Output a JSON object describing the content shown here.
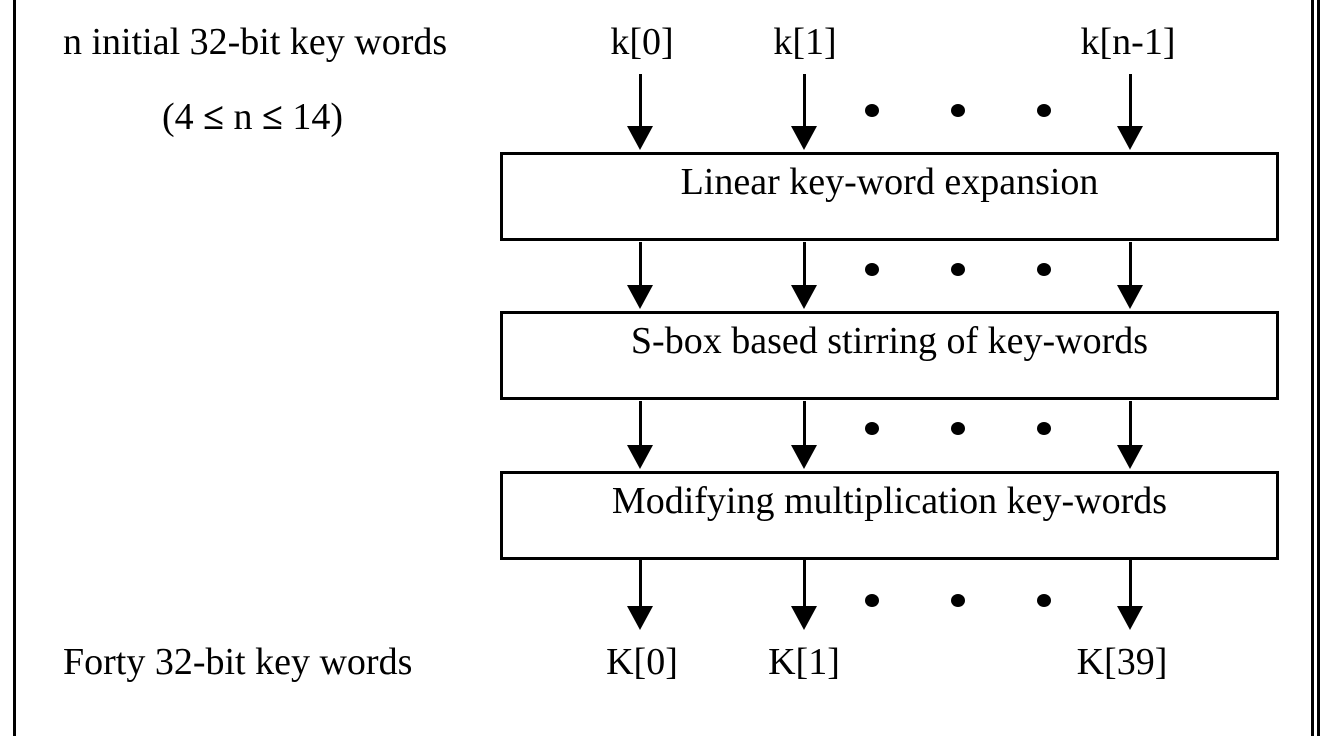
{
  "colors": {
    "ink": "#000000",
    "background": "#ffffff"
  },
  "diagram": {
    "input_caption": "n initial 32-bit key words",
    "constraint_parts": {
      "open": "(4 ",
      "le1": "≤",
      "mid": " n ",
      "le2": "≤",
      "close": " 14)"
    },
    "output_caption": "Forty 32-bit key words",
    "input_labels": [
      "k[0]",
      "k[1]",
      "k[n-1]"
    ],
    "output_labels": [
      "K[0]",
      "K[1]",
      "K[39]"
    ],
    "stages": [
      "Linear key-word expansion",
      "S-box based stirring of key-words",
      "Modifying multiplication key-words"
    ]
  }
}
